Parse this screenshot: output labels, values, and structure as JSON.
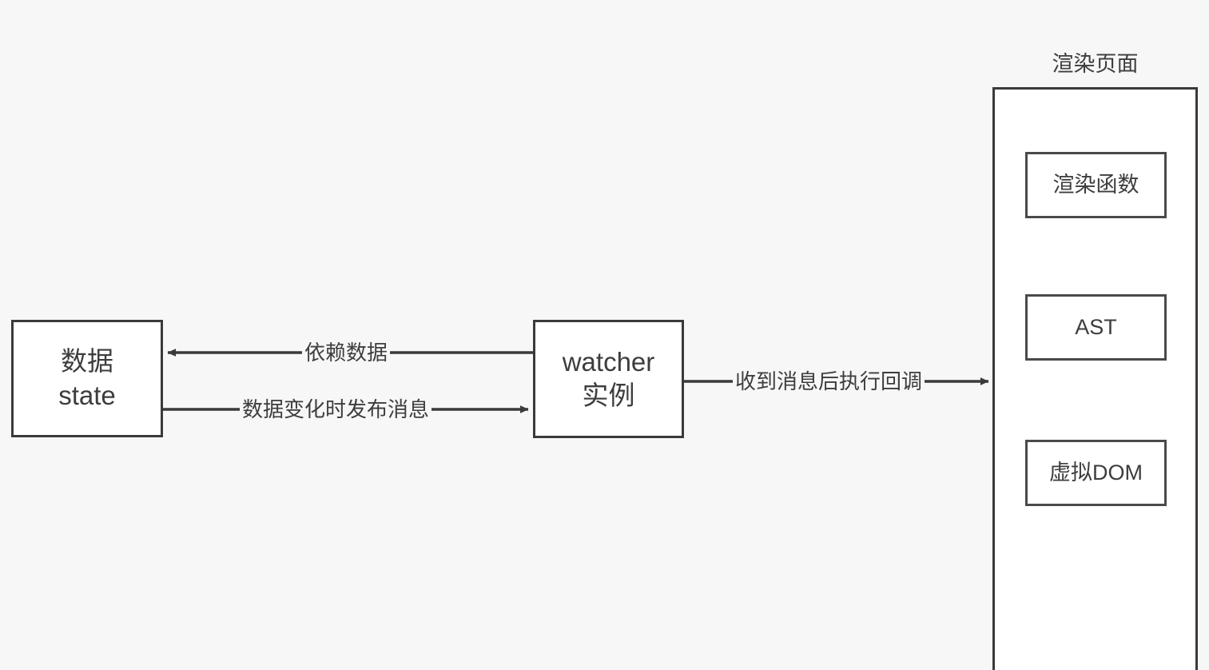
{
  "diagram": {
    "title_visible": false,
    "background_color": "#f7f7f7",
    "stroke_color": "#3a3a3a",
    "text_color": "#3d3d3d",
    "nodes": {
      "state": {
        "line1": "数据",
        "line2": "state"
      },
      "watcher": {
        "line1": "watcher",
        "line2": "实例"
      },
      "render_page": {
        "title": "渲染页面"
      },
      "render_function": {
        "label": "渲染函数"
      },
      "ast": {
        "label": "AST"
      },
      "virtual_dom": {
        "label": "虚拟DOM"
      }
    },
    "edges": {
      "dependency": {
        "label": "依赖数据",
        "direction": "state-to-left"
      },
      "publish": {
        "label": "数据变化时发布消息",
        "direction": "watcher-right"
      },
      "callback": {
        "label": "收到消息后执行回调",
        "direction": "render-right"
      }
    }
  }
}
